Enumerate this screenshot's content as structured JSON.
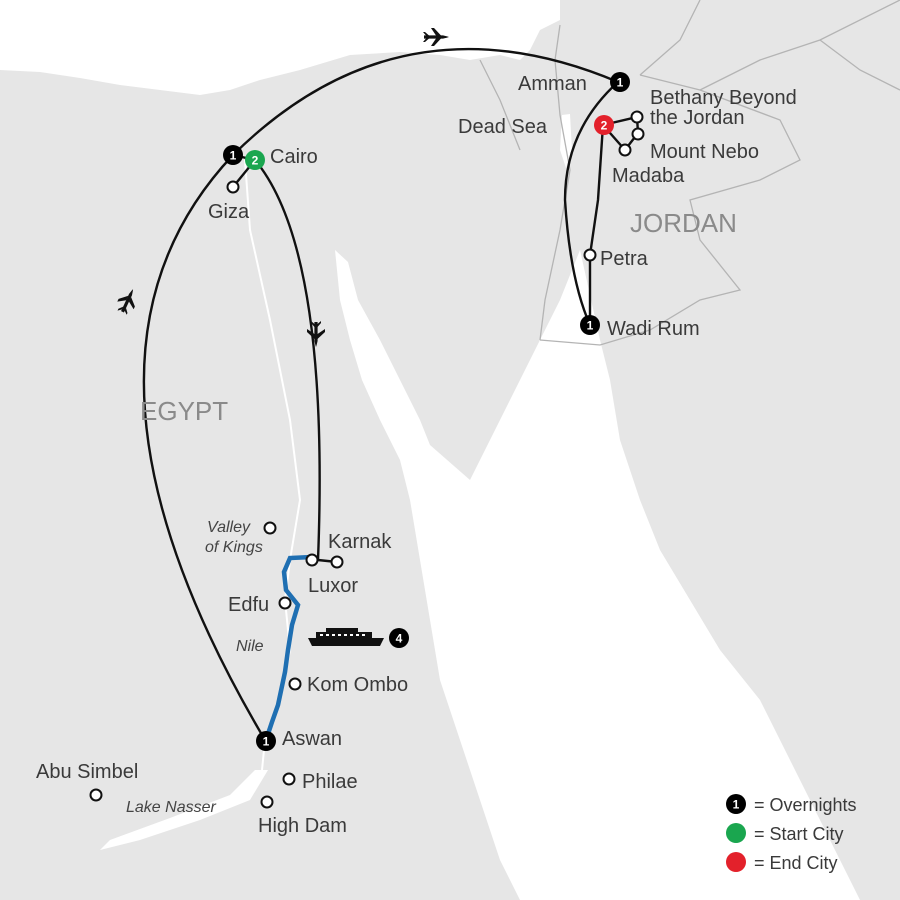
{
  "colors": {
    "land": "#e6e6e6",
    "water": "#ffffff",
    "route": "#111111",
    "river_route": "#1f6fb2",
    "start": "#1aa64f",
    "end": "#e3212b",
    "overnight": "#000000"
  },
  "countries": {
    "egypt": "EGYPT",
    "jordan": "JORDAN"
  },
  "places": {
    "cairo": "Cairo",
    "giza": "Giza",
    "amman": "Amman",
    "dead_sea": "Dead Sea",
    "bethany_1": "Bethany Beyond",
    "bethany_2": "the Jordan",
    "mount_nebo": "Mount Nebo",
    "madaba": "Madaba",
    "petra": "Petra",
    "wadi_rum": "Wadi Rum",
    "valley_1": "Valley",
    "valley_2": "of Kings",
    "karnak": "Karnak",
    "luxor": "Luxor",
    "edfu": "Edfu",
    "nile": "Nile",
    "kom_ombo": "Kom Ombo",
    "aswan": "Aswan",
    "abu_simbel": "Abu Simbel",
    "lake_nasser": "Lake Nasser",
    "philae": "Philae",
    "high_dam": "High Dam"
  },
  "overnights": {
    "cairo": "1",
    "cairo_start": "2",
    "amman": "1",
    "dead_sea_end": "2",
    "wadi_rum": "1",
    "aswan": "1",
    "cruise": "4"
  },
  "legend": {
    "overnights_symbol": "1",
    "overnights": "= Overnights",
    "start": "= Start City",
    "end": "= End City"
  },
  "icons": {
    "plane": "plane-icon",
    "ship": "cruise-ship-icon"
  }
}
